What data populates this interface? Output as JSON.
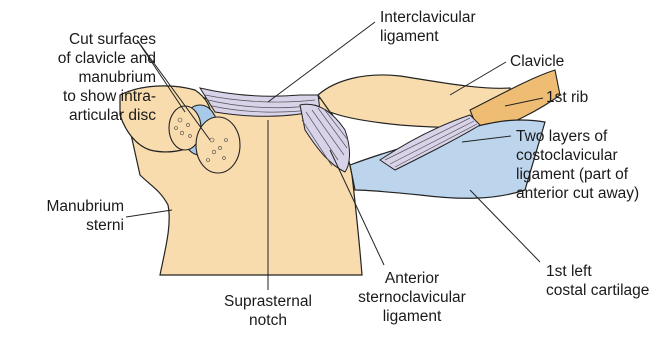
{
  "labels": {
    "cut_surfaces": "Cut surfaces\nof clavicle and\nmanubrium\nto show intra-\narticular disc",
    "interclavicular": "Interclavicular\nligament",
    "clavicle": "Clavicle",
    "first_rib": "1st rib",
    "costoclavicular": "Two layers of\ncostoclavicular\nligament (part of\nanterior cut away)",
    "first_left_costal": "1st left\ncostal cartilage",
    "manubrium_sterni": "Manubrium\nsterni",
    "suprasternal_notch": "Suprasternal\nnotch",
    "anterior_sternoclavicular": "Anterior\nsternoclavicular\nligament"
  },
  "colors": {
    "bone": "#f8dcae",
    "bone_shade": "#eebc72",
    "cartilage": "#bcd4ec",
    "ligament": "#d9d3ea",
    "disc": "#a9c9e8",
    "outline": "#222222"
  }
}
